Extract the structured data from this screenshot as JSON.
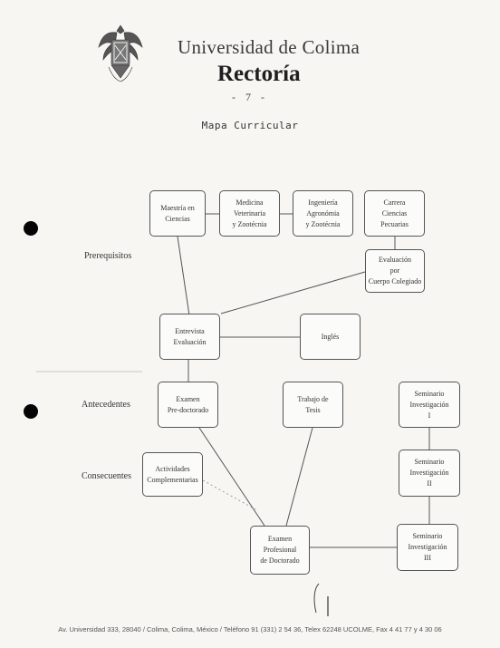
{
  "header": {
    "university": "Universidad de Colima",
    "office": "Rectoría",
    "page_number": "- 7 -",
    "title": "Mapa Curricular"
  },
  "sections": {
    "prerequisites": "Prerequisitos",
    "antecedents": "Antecedentes",
    "consequents": "Consecuentes"
  },
  "nodes": {
    "maestria": [
      "Maestría en",
      "Ciencias"
    ],
    "medicina": [
      "Medicina",
      "Veterinaria",
      "y Zootécnia"
    ],
    "ingenieria": [
      "Ingeniería",
      "Agronómia",
      "y Zootécnia"
    ],
    "carrera": [
      "Carrera",
      "Ciencias",
      "Pecuarias"
    ],
    "evaluacion_cuerpo": [
      "Evaluación",
      "por",
      "Cuerpo Colegiado"
    ],
    "entrevista": [
      "Entrevista",
      "Evaluación"
    ],
    "ingles": [
      "Inglés"
    ],
    "examen_pre": [
      "Examen",
      "Pre-doctorado"
    ],
    "trabajo_tesis": [
      "Trabajo de",
      "Tesis"
    ],
    "seminario_1": [
      "Seminario",
      "Investigación",
      "I"
    ],
    "actividades": [
      "Actividades",
      "Complementarias"
    ],
    "seminario_2": [
      "Seminario",
      "Investigación",
      "II"
    ],
    "examen_prof": [
      "Examen",
      "Profesional",
      "de Doctorado"
    ],
    "seminario_3": [
      "Seminario",
      "Investigación",
      "III"
    ]
  },
  "footer": "Av. Universidad 333, 28040 / Colima, Colima, México / Teléfono 91 (331) 2 54 36, Telex 62248 UCOLME, Fax 4 41 77 y 4 30 06"
}
